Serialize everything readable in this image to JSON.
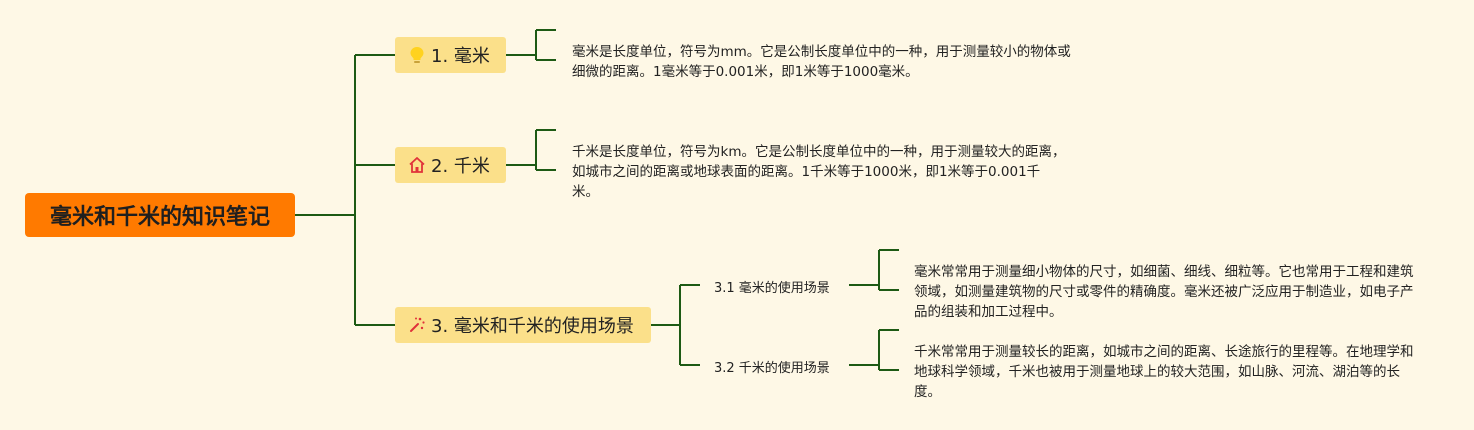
{
  "root": {
    "title": "毫米和千米的知识笔记"
  },
  "branches": [
    {
      "label": "1. 毫米",
      "icon": "lightbulb-icon",
      "note": "毫米是长度单位，符号为mm。它是公制长度单位中的一种，用于测量较小的物体或细微的距离。1毫米等于0.001米，即1米等于1000毫米。"
    },
    {
      "label": "2. 千米",
      "icon": "house-icon",
      "note": "千米是长度单位，符号为km。它是公制长度单位中的一种，用于测量较大的距离，如城市之间的距离或地球表面的距离。1千米等于1000米，即1米等于0.001千米。"
    },
    {
      "label": "3. 毫米和千米的使用场景",
      "icon": "magic-wand-icon",
      "subs": [
        {
          "label": "3.1 毫米的使用场景",
          "note": "毫米常常用于测量细小物体的尺寸，如细菌、细线、细粒等。它也常用于工程和建筑领域，如测量建筑物的尺寸或零件的精确度。毫米还被广泛应用于制造业，如电子产品的组装和加工过程中。"
        },
        {
          "label": "3.2 千米的使用场景",
          "note": "千米常常用于测量较长的距离，如城市之间的距离、长途旅行的里程等。在地理学和地球科学领域，千米也被用于测量地球上的较大范围，如山脉、河流、湖泊等的长度。"
        }
      ]
    }
  ],
  "colors": {
    "line": "#1d5a14",
    "root": "#ff7a00",
    "branch": "#fbe08a",
    "background": "#fef8e6"
  }
}
